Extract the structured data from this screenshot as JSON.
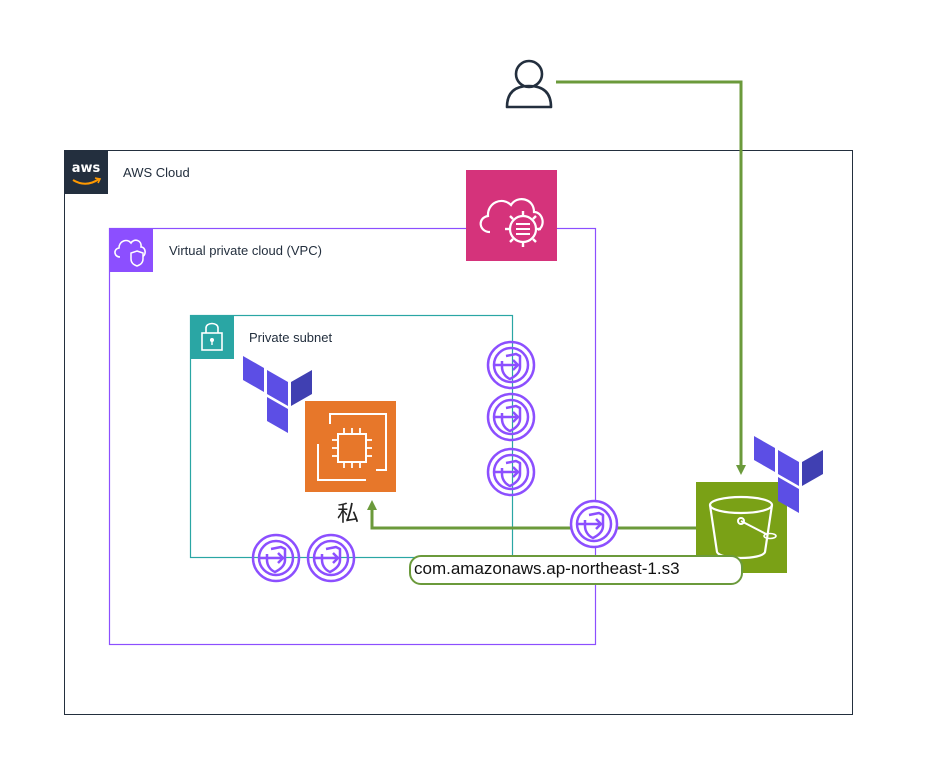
{
  "diagram": {
    "aws_cloud": {
      "label": "AWS Cloud",
      "logo_text": "aws"
    },
    "vpc": {
      "label": "Virtual private cloud (VPC)"
    },
    "private_subnet": {
      "label": "Private subnet"
    },
    "ec2_instance": {
      "caption": "私"
    },
    "endpoint_label": {
      "text": "com.amazonaws.ap-northeast-1.s3"
    },
    "colors": {
      "aws_cloud_border": "#232f3e",
      "vpc_border": "#8c4fff",
      "subnet_border": "#2aa6a4",
      "ec2": "#e7772a",
      "s3": "#7aa116",
      "config_service": "#d5337b",
      "terraform": "#5c4ee5",
      "arrow": "#6b9a3b",
      "endpoint_icon": "#8c4fff"
    },
    "icons": [
      "user-icon",
      "aws-logo-icon",
      "vpc-icon",
      "lock-icon",
      "ec2-chip-icon",
      "s3-bucket-icon",
      "cloud-gear-icon",
      "terraform-icon",
      "vpc-endpoint-icon"
    ]
  }
}
